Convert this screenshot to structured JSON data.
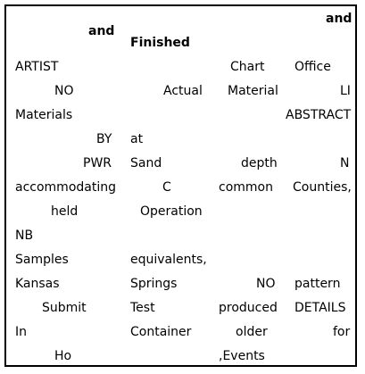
{
  "header": {
    "col1": "and",
    "col2": "Finished",
    "col4": "and"
  },
  "rows": [
    [
      "ARTIST",
      "",
      "Chart",
      "Office"
    ],
    [
      "NO",
      "Actual",
      "Material",
      "LI"
    ],
    [
      "Materials",
      "",
      "",
      "ABSTRACT"
    ],
    [
      "BY",
      "at",
      "",
      ""
    ],
    [
      "PWR",
      "Sand",
      "depth",
      "N"
    ],
    [
      "accommodating",
      "C",
      "common",
      "Counties,"
    ],
    [
      "held",
      "Operation",
      "",
      ""
    ],
    [
      "NB",
      "",
      "",
      ""
    ],
    [
      "Samples",
      "equivalents,",
      "",
      ""
    ],
    [
      "Kansas",
      "Springs",
      "NO",
      "pattern"
    ],
    [
      "Submit",
      "Test",
      "produced",
      "DETAILS"
    ],
    [
      "In",
      "Container",
      "older",
      "for"
    ],
    [
      "Ho",
      ",Events",
      "",
      ""
    ]
  ]
}
